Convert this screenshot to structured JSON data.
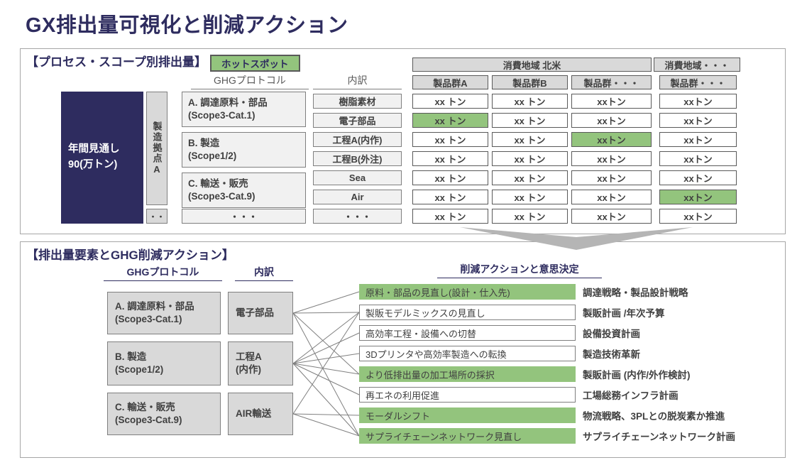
{
  "title": "GX排出量可視化と削減アクション",
  "colors": {
    "navy": "#2e2c5f",
    "green": "#93c47d",
    "panel_border": "#a6a6a6",
    "box_gray": "#d9d9d9",
    "box_light": "#f1f1f1",
    "border_dark": "#595959",
    "border_mid": "#7f7f7f",
    "text_dark": "#404040",
    "chevron": "#b5b5b5",
    "connector": "#808080"
  },
  "top_panel": {
    "section_title": "【プロセス・スコープ別排出量】",
    "hotspot_label": "ホットスポット",
    "ghg_header": "GHGプロトコル",
    "breakdown_header": "内訳",
    "annual_box": "年間見通し\n90(万トン)",
    "site_label": "製造拠点A",
    "site_more": "・・",
    "ghg_boxes": [
      "A. 調達原料・部品\n(Scope3-Cat.1)",
      "B. 製造\n(Scope1/2)",
      "C. 輸送・販売\n(Scope3-Cat.9)",
      "・・・"
    ],
    "breakdown_rows": [
      "樹脂素材",
      "電子部品",
      "工程A(内作)",
      "工程B(外注)",
      "Sea",
      "Air",
      "・・・"
    ],
    "region_groups": [
      {
        "label": "消費地域 北米",
        "span": 3
      },
      {
        "label": "消費地域・・・",
        "span": 1
      }
    ],
    "product_headers": [
      "製品群A",
      "製品群B",
      "製品群・・・",
      "製品群・・・"
    ],
    "rows": [
      {
        "cells": [
          {
            "v": "xx トン",
            "hl": false
          },
          {
            "v": "xx トン",
            "hl": false
          },
          {
            "v": "xxトン",
            "hl": false
          },
          {
            "v": "xxトン",
            "hl": false
          }
        ]
      },
      {
        "cells": [
          {
            "v": "xx トン",
            "hl": true
          },
          {
            "v": "xx トン",
            "hl": false
          },
          {
            "v": "xxトン",
            "hl": false
          },
          {
            "v": "xxトン",
            "hl": false
          }
        ]
      },
      {
        "cells": [
          {
            "v": "xx トン",
            "hl": false
          },
          {
            "v": "xx トン",
            "hl": false
          },
          {
            "v": "xxトン",
            "hl": true
          },
          {
            "v": "xxトン",
            "hl": false
          }
        ]
      },
      {
        "cells": [
          {
            "v": "xx トン",
            "hl": false
          },
          {
            "v": "xx トン",
            "hl": false
          },
          {
            "v": "xxトン",
            "hl": false
          },
          {
            "v": "xxトン",
            "hl": false
          }
        ]
      },
      {
        "cells": [
          {
            "v": "xx トン",
            "hl": false
          },
          {
            "v": "xx トン",
            "hl": false
          },
          {
            "v": "xxトン",
            "hl": false
          },
          {
            "v": "xxトン",
            "hl": false
          }
        ]
      },
      {
        "cells": [
          {
            "v": "xx トン",
            "hl": false
          },
          {
            "v": "xx トン",
            "hl": false
          },
          {
            "v": "xxトン",
            "hl": false
          },
          {
            "v": "xxトン",
            "hl": true
          }
        ]
      },
      {
        "cells": [
          {
            "v": "xx トン",
            "hl": false
          },
          {
            "v": "xx トン",
            "hl": false
          },
          {
            "v": "xxトン",
            "hl": false
          },
          {
            "v": "xxトン",
            "hl": false
          }
        ]
      }
    ]
  },
  "bottom_panel": {
    "section_title": "【排出量要素とGHG削減アクション】",
    "ghg_header": "GHGプロトコル",
    "breakdown_header": "内訳",
    "actions_header": "削減アクションと意思決定",
    "ghg_boxes": [
      "A. 調達原料・部品\n(Scope3-Cat.1)",
      "B. 製造\n(Scope1/2)",
      "C. 輸送・販売\n(Scope3-Cat.9)"
    ],
    "breakdown_boxes": [
      "電子部品",
      "工程A\n(内作)",
      "AIR輸送"
    ],
    "actions": [
      {
        "label": "原料・部品の見直し(設計・仕入先)",
        "highlight": true,
        "decision": "調達戦略・製品設計戦略"
      },
      {
        "label": "製販モデルミックスの見直し",
        "highlight": false,
        "decision": "製販計画 /年次予算"
      },
      {
        "label": "高効率工程・設備への切替",
        "highlight": false,
        "decision": "設備投資計画"
      },
      {
        "label": "3Dプリンタや高効率製造への転換",
        "highlight": false,
        "decision": "製造技術革新"
      },
      {
        "label": "より低排出量の加工場所の採択",
        "highlight": true,
        "decision": "製販計画 (内作/外作検討)"
      },
      {
        "label": "再エネの利用促進",
        "highlight": false,
        "decision": "工場総務インフラ計画"
      },
      {
        "label": "モーダルシフト",
        "highlight": true,
        "decision": "物流戦略、3PLとの脱炭素か推進"
      },
      {
        "label": "サプライチェーンネットワーク見直し",
        "highlight": true,
        "decision": "サプライチェーンネットワーク計画"
      }
    ],
    "connections": [
      {
        "from": 0,
        "to": [
          0,
          1,
          4,
          7
        ]
      },
      {
        "from": 1,
        "to": [
          1,
          2,
          3,
          4,
          5,
          7
        ]
      },
      {
        "from": 2,
        "to": [
          1,
          6,
          7
        ]
      }
    ]
  }
}
